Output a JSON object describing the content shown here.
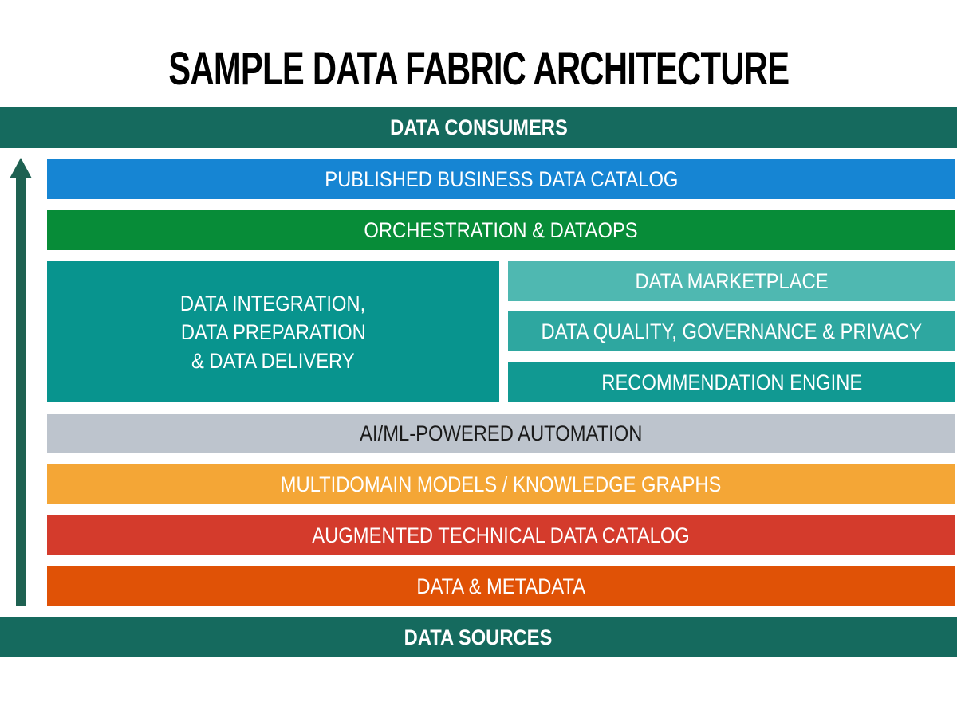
{
  "title": "SAMPLE DATA FABRIC ARCHITECTURE",
  "bands": {
    "consumers": {
      "label": "DATA CONSUMERS",
      "color": "#156a5e",
      "text_color": "#ffffff"
    },
    "sources": {
      "label": "DATA SOURCES",
      "color": "#156a5e",
      "text_color": "#ffffff"
    }
  },
  "arrow": {
    "direction": "up",
    "color": "#1e6151"
  },
  "layers": [
    {
      "label": "PUBLISHED BUSINESS DATA CATALOG",
      "color": "#1685d3",
      "text_color": "#ffffff"
    },
    {
      "label": "ORCHESTRATION & DATAOPS",
      "color": "#078c38",
      "text_color": "#ffffff"
    },
    {
      "label": "AI/ML-POWERED AUTOMATION",
      "color": "#bdc4cd",
      "text_color": "#1a1a1a"
    },
    {
      "label": "MULTIDOMAIN MODELS / KNOWLEDGE GRAPHS",
      "color": "#f4a636",
      "text_color": "#ffffff"
    },
    {
      "label": "AUGMENTED TECHNICAL DATA CATALOG",
      "color": "#d43b2c",
      "text_color": "#ffffff"
    },
    {
      "label": "DATA & METADATA",
      "color": "#e05206",
      "text_color": "#ffffff"
    }
  ],
  "integration_block": {
    "lines": [
      "DATA INTEGRATION,",
      "DATA PREPARATION",
      "& DATA DELIVERY"
    ],
    "color": "#08948e",
    "text_color": "#ffffff"
  },
  "right_column": [
    {
      "label": "DATA MARKETPLACE",
      "color": "#4fb8b1",
      "text_color": "#ffffff"
    },
    {
      "label": "DATA QUALITY, GOVERNANCE & PRIVACY",
      "color": "#2ea7a0",
      "text_color": "#ffffff"
    },
    {
      "label": "RECOMMENDATION ENGINE",
      "color": "#119992",
      "text_color": "#ffffff"
    }
  ]
}
